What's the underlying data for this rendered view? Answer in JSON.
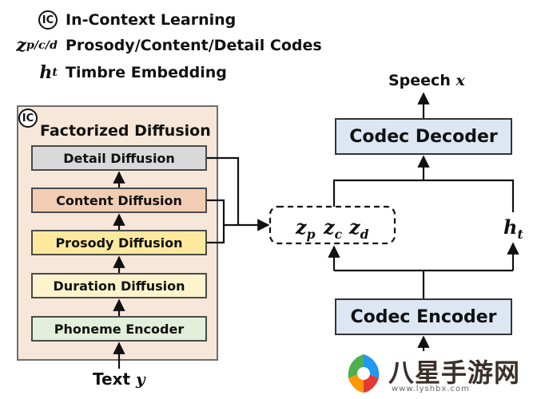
{
  "legend": {
    "ic_symbol": "IC",
    "ic_text": "In-Context Learning",
    "z_base": "z",
    "z_sub": "p/c/d",
    "z_text": "Prosody/Content/Detail Codes",
    "h_base": "h",
    "h_sub": "t",
    "h_text": "Timbre Embedding"
  },
  "panel": {
    "ic_symbol": "IC",
    "title": "Factorized Diffusion",
    "blocks": [
      {
        "label": "Detail Diffusion",
        "color": "#d9d9d9"
      },
      {
        "label": "Content Diffusion",
        "color": "#f2cdb4"
      },
      {
        "label": "Prosody Diffusion",
        "color": "#fde99d"
      },
      {
        "label": "Duration Diffusion",
        "color": "#fdf3cc"
      },
      {
        "label": "Phoneme Encoder",
        "color": "#e3efda"
      }
    ],
    "input_prefix": "Text",
    "input_var": "y"
  },
  "codes": {
    "z_base": "z",
    "zp_sub": "p",
    "zc_sub": "c",
    "zd_sub": "d",
    "h_base": "h",
    "h_sub": "t"
  },
  "codec": {
    "decoder_label": "Codec Decoder",
    "encoder_label": "Codec Encoder",
    "output_prefix": "Speech",
    "output_var": "x",
    "block_color": "#dde6f3"
  },
  "watermark": {
    "text": "八星手游网",
    "url": "www.lyshbx.com"
  }
}
